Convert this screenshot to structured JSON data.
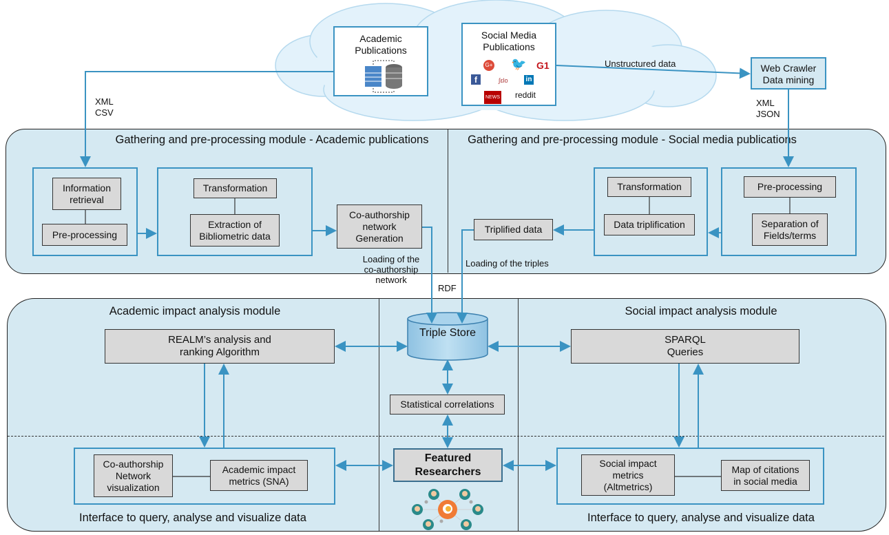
{
  "sources": {
    "academic": {
      "label": "Academic Publications",
      "icon": "document-database-icon"
    },
    "social": {
      "label": "Social Media Publications",
      "icons": [
        "google-plus-icon",
        "twitter-icon",
        "g1-icon",
        "facebook-icon",
        "scielo-icon",
        "linkedin-icon",
        "bbc-news-icon",
        "reddit-icon"
      ],
      "g1": "G1",
      "bbc": "NEWS",
      "reddit": "reddit"
    },
    "web_crawler": "Web Crawler Data mining",
    "unstructured": "Unstructured data",
    "xml_csv": [
      "XML",
      "CSV"
    ],
    "xml_json": [
      "XML",
      "JSON"
    ]
  },
  "gathering": {
    "academic_title": "Gathering and pre-processing module - Academic publications",
    "social_title": "Gathering and pre-processing module - Social media publications",
    "information_retrieval": "Information retrieval",
    "pre_processing_left": "Pre-processing",
    "transformation_left": "Transformation",
    "extraction": "Extraction of Bibliometric data",
    "coauthorship_generation": "Co-authorship network Generation",
    "triplified_data": "Triplified data",
    "transformation_right": "Transformation",
    "data_triplification": "Data triplification",
    "pre_processing_right": "Pre-processing",
    "separation": "Separation of Fields/terms",
    "loading_network": "Loading of the co-authorship network",
    "rdf": "RDF",
    "loading_triples": "Loading of the triples"
  },
  "analysis": {
    "academic_title": "Academic impact analysis module",
    "social_title": "Social impact analysis module",
    "realm": "REALM’s analysis and ranking Algorithm",
    "sparql": "SPARQL Queries",
    "triple_store": "Triple Store",
    "statistical": "Statistical correlations",
    "featured": "Featured Researchers",
    "coauthorship_vis": "Co-authorship Network visualization",
    "academic_metrics": "Academic impact metrics (SNA)",
    "social_metrics": "Social impact metrics (Altmetrics)",
    "map_citations": "Map of citations in social media",
    "interface_left": "Interface to query, analyse and visualize data",
    "interface_right": "Interface to query, analyse and visualize data"
  },
  "colors": {
    "arrow": "#3a93c2",
    "module": "#d5e9f2",
    "box": "#d9d9d9",
    "cloud": "#e3f2fb"
  }
}
